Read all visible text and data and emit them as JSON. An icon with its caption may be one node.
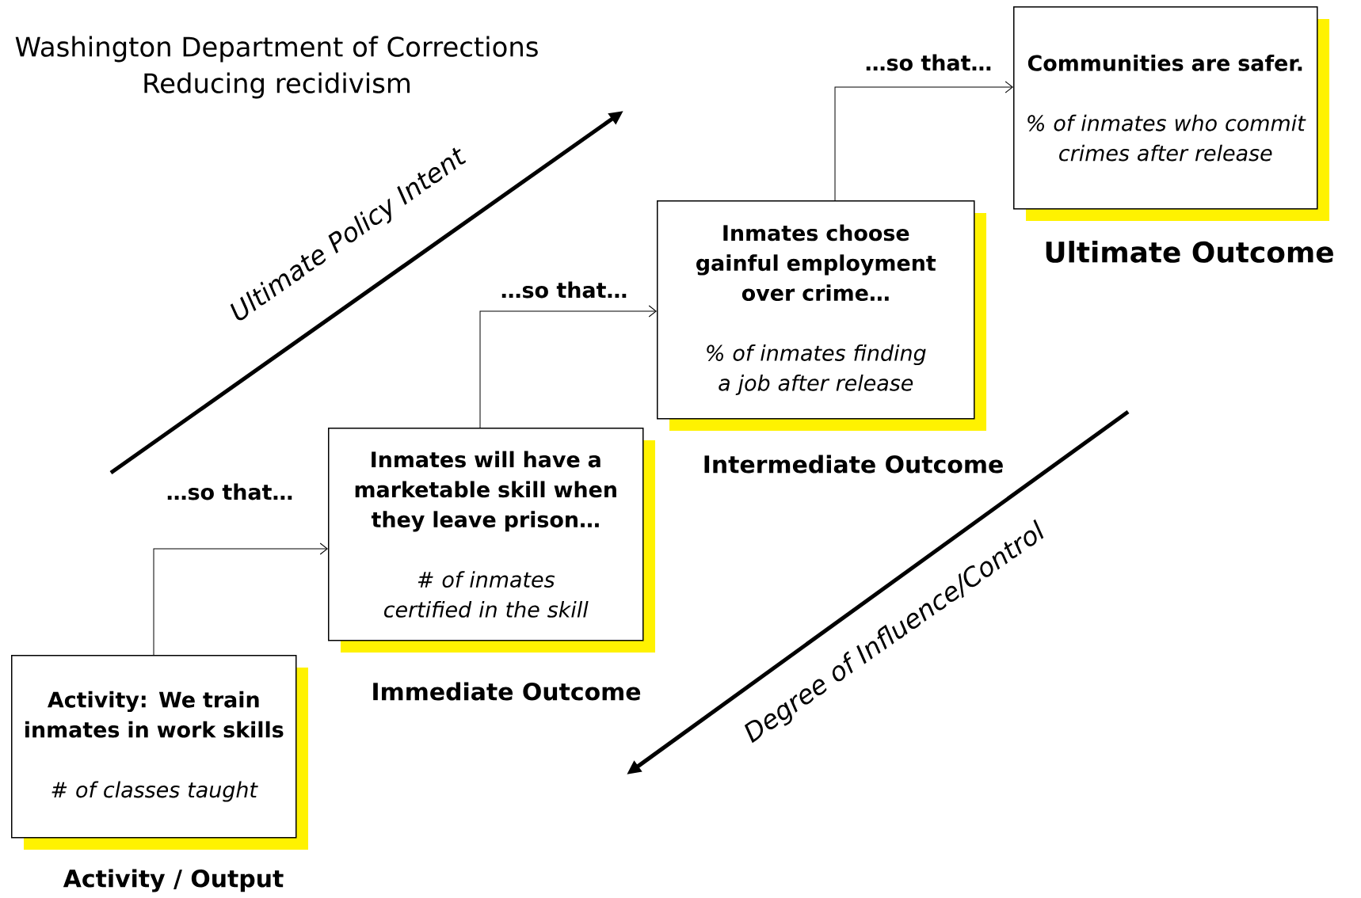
{
  "diagram": {
    "title": "Washington Department of Corrections",
    "nodes": [
      {
        "text": [
          "Activity: We train inmates in work skills",
          "# of classes taught"
        ],
        "beside": [
          "Activity / Output"
        ]
      },
      {
        "text": [
          "Inmates will have a marketable skill when they leave prison…",
          "# of inmates certified in the skill"
        ],
        "beside": [
          "Immediate Outcome"
        ]
      },
      {
        "text": [
          "Inmates choose gainful employment over crime…",
          "% of inmates finding a job after release"
        ],
        "beside": [
          "Intermediate Outcome"
        ]
      },
      {
        "text": [
          "Communities are safer.",
          "% of inmates who commit crimes after release"
        ],
        "beside": [
          "Ultimate Outcome"
        ]
      }
    ],
    "edges": [
      {
        "from": 0,
        "to": 1,
        "arrow": "to",
        "label": "…so that…"
      },
      {
        "from": 1,
        "to": 2,
        "arrow": "to",
        "label": "…so that…"
      },
      {
        "from": 2,
        "to": 3,
        "arrow": "to",
        "label": "…so that…"
      }
    ],
    "labels": [
      "Reducing recidivism",
      "Ultimate Policy Intent",
      "Degree of Influence/Control"
    ]
  }
}
